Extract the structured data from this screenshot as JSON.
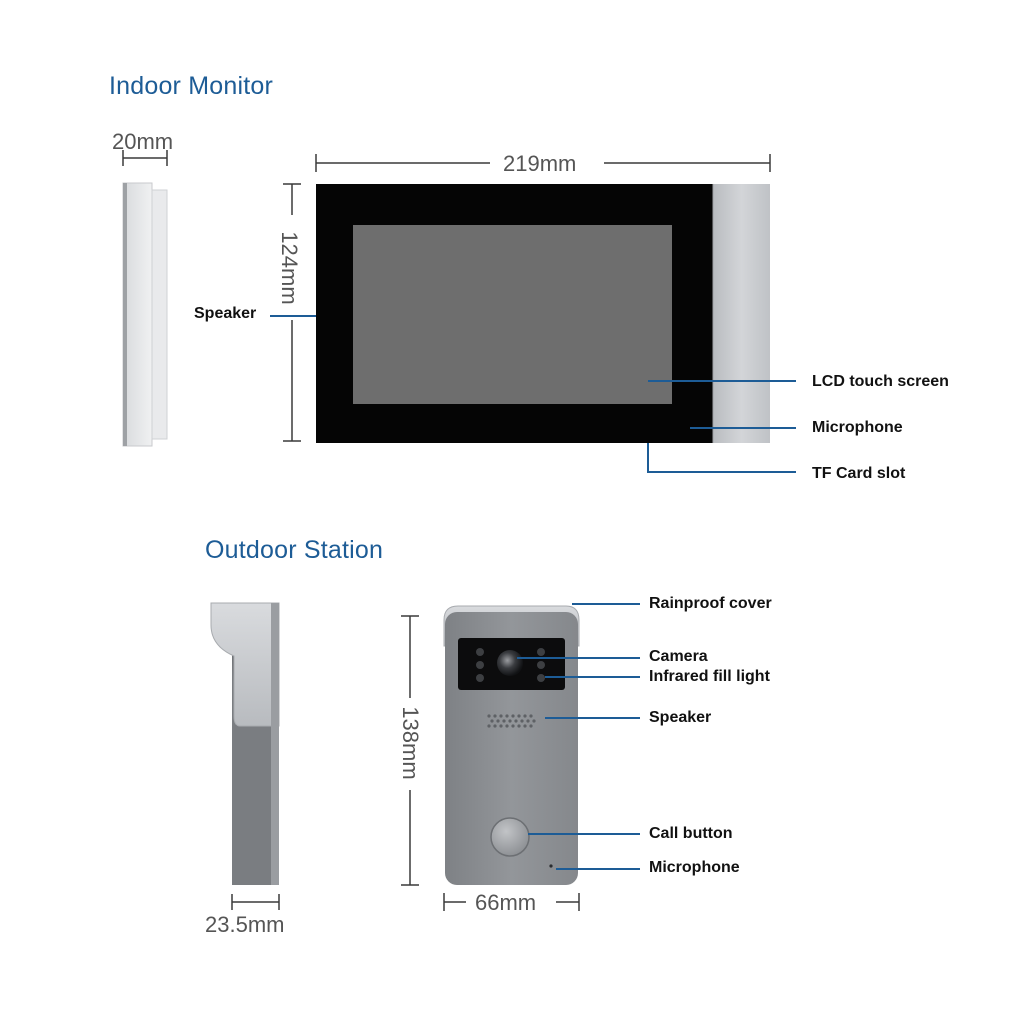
{
  "indoor": {
    "title": "Indoor Monitor",
    "depth": "20mm",
    "width": "219mm",
    "height": "124mm",
    "callouts": {
      "speaker": "Speaker",
      "lcd": "LCD touch screen",
      "microphone": "Microphone",
      "tf_card": "TF Card slot"
    }
  },
  "outdoor": {
    "title": "Outdoor Station",
    "depth": "23.5mm",
    "width": "66mm",
    "height": "138mm",
    "callouts": {
      "rainproof": "Rainproof cover",
      "camera": "Camera",
      "infrared": "Infrared fill light",
      "speaker": "Speaker",
      "call_button": "Call button",
      "microphone": "Microphone"
    }
  },
  "colors": {
    "title_blue": "#1d5c96",
    "callout_line": "#1d5c96",
    "screen_black": "#050505",
    "lcd_gray": "#6e6e6e",
    "panel_silver": "#c4c7cb",
    "station_gray": "#8d9094"
  }
}
